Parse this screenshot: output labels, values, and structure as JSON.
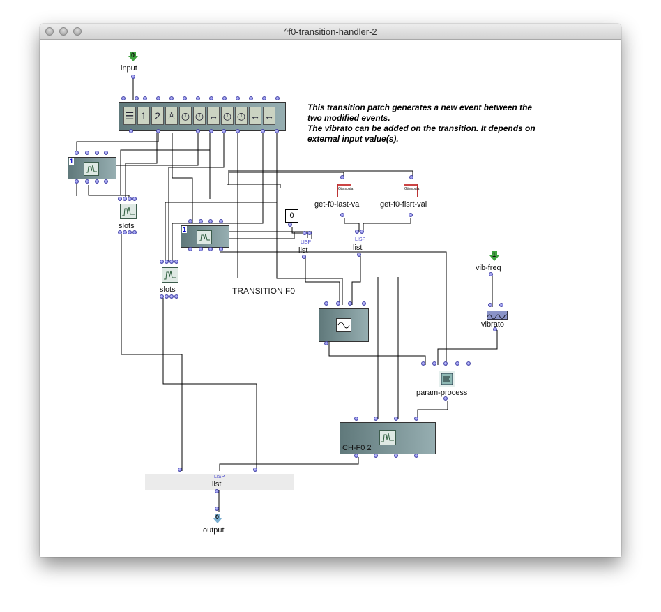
{
  "window": {
    "title": "^f0-transition-handler-2"
  },
  "comment": {
    "line1": "This transition patch generates a new event between the",
    "line2": "two modified events.",
    "line3": "The vibrato can be added on the transition. It depends on",
    "line4": "external input value(s)."
  },
  "io": {
    "input_index": "0",
    "input_label": "input",
    "output_index": "0",
    "output_label": "output",
    "vibfreq_index": "1",
    "vibfreq_label": "vib-freq"
  },
  "boxes": {
    "class_badge_1": "1",
    "class_badge_2": "1",
    "slots_1": "slots",
    "slots_2": "slots",
    "transition_f0": "TRANSITION F0",
    "get_last": "get-f0-last-val",
    "get_first": "get-f0-fisrt-val",
    "get_icon_text": "Gänsbala",
    "number_value": "0",
    "lisp_tag": "LISP",
    "list_1": "list",
    "list_2": "list",
    "list_3": "list",
    "vibrato": "vibrato",
    "param_process": "param-process",
    "chf0_label": "CH-F0 2"
  },
  "toolbar_icons": [
    "sliders-icon",
    "number-1-icon",
    "number-2-icon",
    "weight-icon",
    "clock-icon",
    "clock-icon",
    "arrows-icon",
    "clock-icon",
    "clock-icon",
    "arrows-icon",
    "arrows-icon"
  ],
  "toolbar_text": {
    "one": "1",
    "two": "2"
  }
}
